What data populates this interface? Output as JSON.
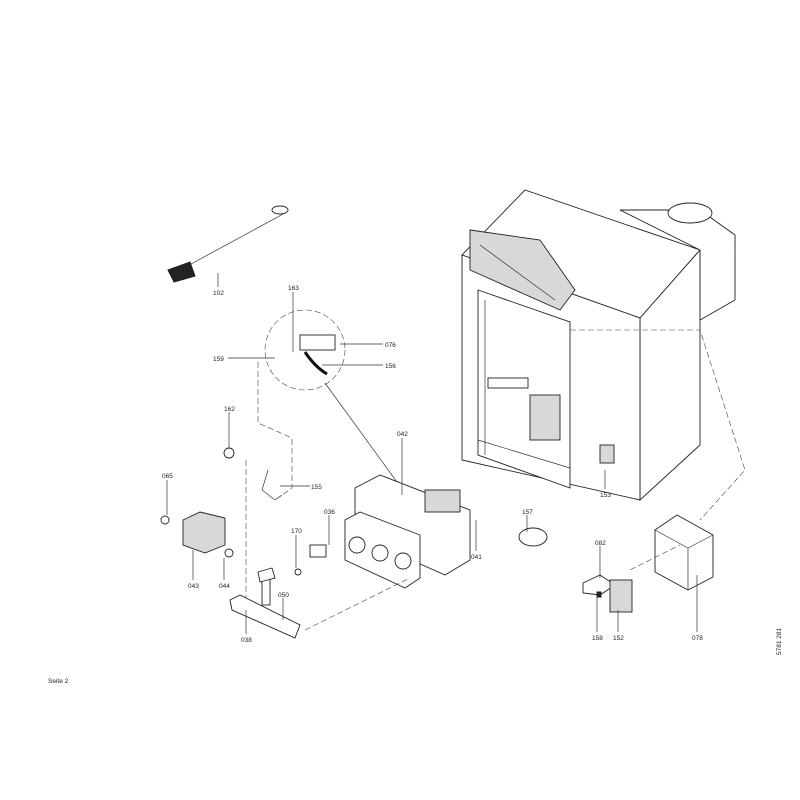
{
  "diagram": {
    "title": "Exploded parts diagram",
    "page_label": "Seite 2",
    "drawing_number": "5781 281",
    "part_labels": {
      "p102": "102",
      "p163": "163",
      "p076": "076",
      "p159": "159",
      "p156": "156",
      "p162": "162",
      "p155": "155",
      "p042": "042",
      "p065": "065",
      "p170": "170",
      "p036": "036",
      "p041": "041",
      "p043": "043",
      "p044": "044",
      "p050": "050",
      "p038": "038",
      "p157": "157",
      "p153": "153",
      "p082": "082",
      "p158": "158",
      "p152": "152",
      "p078": "078"
    }
  }
}
